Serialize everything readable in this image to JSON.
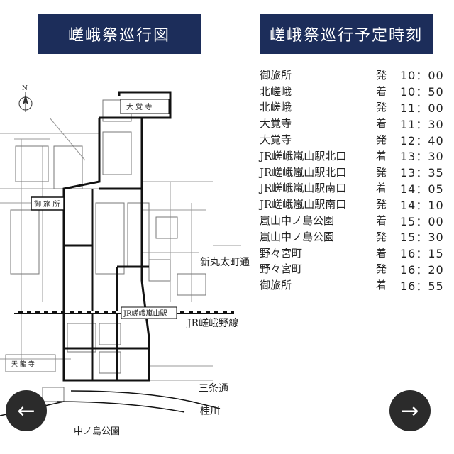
{
  "header": {
    "map_title": "嵯峨祭巡行図",
    "schedule_title": "嵯峨祭巡行予定時刻"
  },
  "map": {
    "labels": {
      "daikakuji": "大 覚 寺",
      "otabisho": "御 旅 所",
      "jr_station": "JR嵯峨嵐山駅",
      "shin_marutamachi": "新丸太町通",
      "jr_sagano": "JR嵯峨野線",
      "sanjo": "三条通",
      "katsura": "桂川",
      "nakanoshima": "中ノ島公園",
      "tenryuji": "天 龍 寺",
      "north": "N"
    }
  },
  "schedule": [
    {
      "place": "御旅所",
      "status": "発",
      "time": "10：00"
    },
    {
      "place": "北嵯峨",
      "status": "着",
      "time": "10：50"
    },
    {
      "place": "北嵯峨",
      "status": "発",
      "time": "11：00"
    },
    {
      "place": "大覚寺",
      "status": "着",
      "time": "11：30"
    },
    {
      "place": "大覚寺",
      "status": "発",
      "time": "12：40"
    },
    {
      "place": "JR嵯峨嵐山駅北口",
      "status": "着",
      "time": "13：30"
    },
    {
      "place": "JR嵯峨嵐山駅北口",
      "status": "発",
      "time": "13：35"
    },
    {
      "place": "JR嵯峨嵐山駅南口",
      "status": "着",
      "time": "14：05"
    },
    {
      "place": "JR嵯峨嵐山駅南口",
      "status": "発",
      "time": "14：10"
    },
    {
      "place": "嵐山中ノ島公園",
      "status": "着",
      "time": "15：00"
    },
    {
      "place": "嵐山中ノ島公園",
      "status": "発",
      "time": "15：30"
    },
    {
      "place": "野々宮町",
      "status": "着",
      "time": "16：15"
    },
    {
      "place": "野々宮町",
      "status": "発",
      "time": "16：20"
    },
    {
      "place": "御旅所",
      "status": "着",
      "time": "16：55"
    }
  ],
  "nav": {
    "prev_icon": "arrow-left-icon",
    "next_icon": "arrow-right-icon"
  }
}
